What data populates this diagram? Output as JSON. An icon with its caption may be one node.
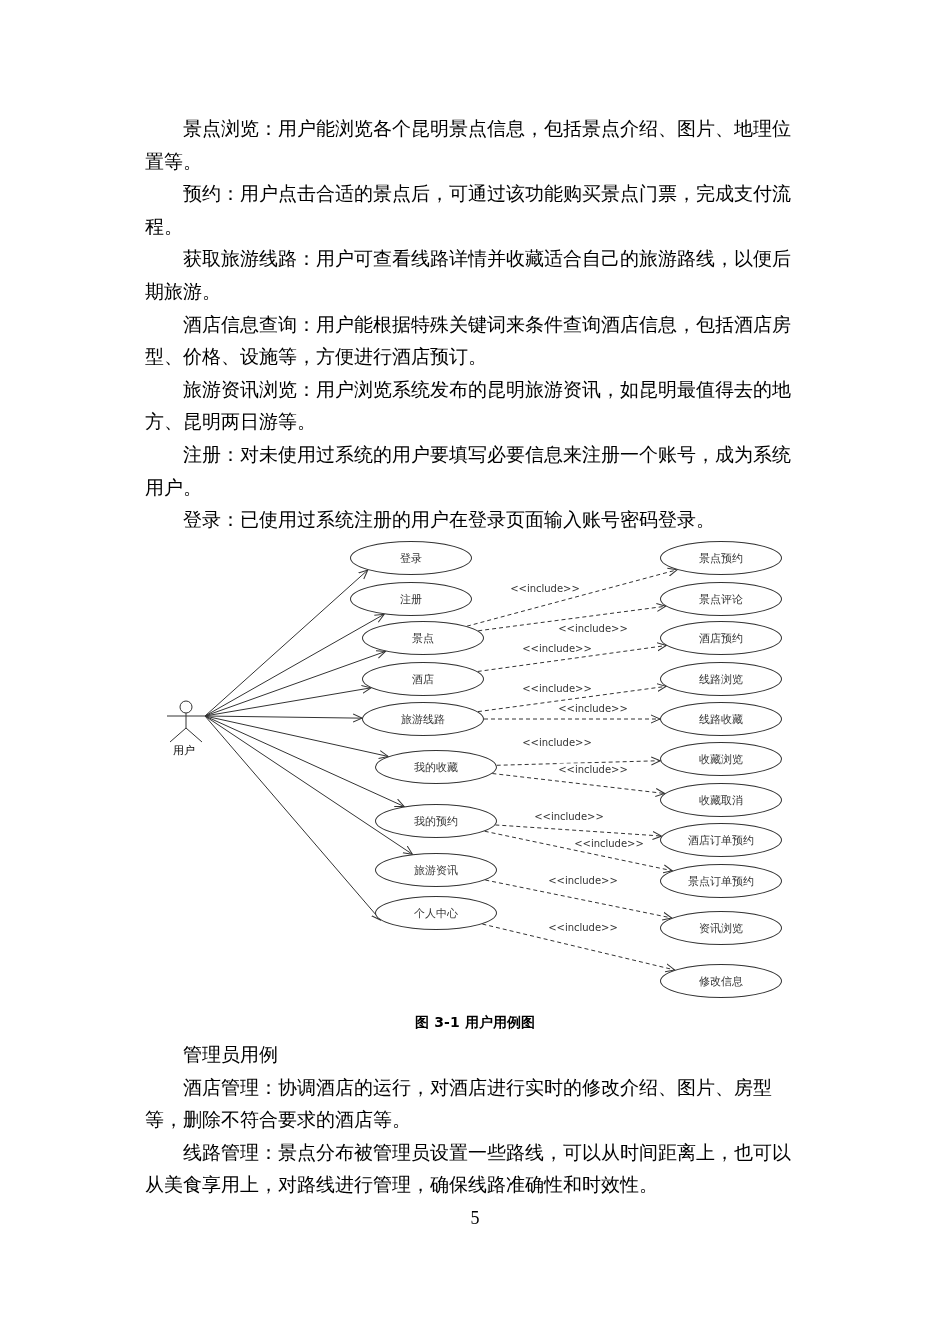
{
  "diagram": {
    "caption": "图 3-1 用户用例图",
    "nodes": [
      {
        "text": [
          "用户"
        ]
      },
      {
        "text": [
          "登录"
        ]
      },
      {
        "text": [
          "注册"
        ]
      },
      {
        "text": [
          "景点"
        ]
      },
      {
        "text": [
          "酒店"
        ]
      },
      {
        "text": [
          "旅游线路"
        ]
      },
      {
        "text": [
          "我的收藏"
        ]
      },
      {
        "text": [
          "我的预约"
        ]
      },
      {
        "text": [
          "旅游资讯"
        ]
      },
      {
        "text": [
          "个人中心"
        ]
      },
      {
        "text": [
          "景点预约"
        ]
      },
      {
        "text": [
          "景点评论"
        ]
      },
      {
        "text": [
          "酒店预约"
        ]
      },
      {
        "text": [
          "线路浏览"
        ]
      },
      {
        "text": [
          "线路收藏"
        ]
      },
      {
        "text": [
          "收藏浏览"
        ]
      },
      {
        "text": [
          "收藏取消"
        ]
      },
      {
        "text": [
          "酒店订单预约"
        ]
      },
      {
        "text": [
          "景点订单预约"
        ]
      },
      {
        "text": [
          "资讯浏览"
        ]
      },
      {
        "text": [
          "修改信息"
        ]
      }
    ],
    "edges": [
      {
        "from": 0,
        "to": 1,
        "arrow": "to"
      },
      {
        "from": 0,
        "to": 2,
        "arrow": "to"
      },
      {
        "from": 0,
        "to": 3,
        "arrow": "to"
      },
      {
        "from": 0,
        "to": 4,
        "arrow": "to"
      },
      {
        "from": 0,
        "to": 5,
        "arrow": "to"
      },
      {
        "from": 0,
        "to": 6,
        "arrow": "to"
      },
      {
        "from": 0,
        "to": 7,
        "arrow": "to"
      },
      {
        "from": 0,
        "to": 8,
        "arrow": "to"
      },
      {
        "from": 0,
        "to": 9,
        "arrow": "to"
      },
      {
        "from": 3,
        "to": 10,
        "arrow": "to",
        "label": "<<include>>",
        "style": "dashed"
      },
      {
        "from": 3,
        "to": 11,
        "arrow": "to",
        "label": "<<include>>",
        "style": "dashed"
      },
      {
        "from": 4,
        "to": 12,
        "arrow": "to",
        "label": "<<include>>",
        "style": "dashed"
      },
      {
        "from": 5,
        "to": 13,
        "arrow": "to",
        "label": "<<include>>",
        "style": "dashed"
      },
      {
        "from": 5,
        "to": 14,
        "arrow": "to",
        "label": "<<include>>",
        "style": "dashed"
      },
      {
        "from": 6,
        "to": 15,
        "arrow": "to",
        "label": "<<include>>",
        "style": "dashed"
      },
      {
        "from": 6,
        "to": 16,
        "arrow": "to",
        "label": "<<include>>",
        "style": "dashed"
      },
      {
        "from": 7,
        "to": 17,
        "arrow": "to",
        "label": "<<include>>",
        "style": "dashed"
      },
      {
        "from": 7,
        "to": 18,
        "arrow": "to",
        "label": "<<include>>",
        "style": "dashed"
      },
      {
        "from": 8,
        "to": 19,
        "arrow": "to",
        "label": "<<include>>",
        "style": "dashed"
      },
      {
        "from": 9,
        "to": 20,
        "arrow": "to",
        "label": "<<include>>",
        "style": "dashed"
      }
    ],
    "labels": [
      "景点浏览：用户能浏览各个昆明景点信息，包括景点介绍、图片、地理位置等。",
      "预约：用户点击合适的景点后，可通过该功能购买景点门票，完成支付流程。",
      "获取旅游线路：用户可查看线路详情并收藏适合自己的旅游路线，以便后期旅游。",
      "酒店信息查询：用户能根据特殊关键词来条件查询酒店信息，包括酒店房型、价格、设施等，方便进行酒店预订。",
      "旅游资讯浏览：用户浏览系统发布的昆明旅游资讯，如昆明最值得去的地方、昆明两日游等。",
      "注册：对未使用过系统的用户要填写必要信息来注册一个账号，成为系统用户。",
      "登录：已使用过系统注册的用户在登录页面输入账号密码登录。",
      "管理员用例",
      "酒店管理：协调酒店的运行，对酒店进行实时的修改介绍、图片、房型等，删除不符合要求的酒店等。",
      "线路管理：景点分布被管理员设置一些路线，可以从时间距离上，也可以从美食享用上，对路线进行管理，确保线路准确性和时效性。",
      "5"
    ]
  }
}
